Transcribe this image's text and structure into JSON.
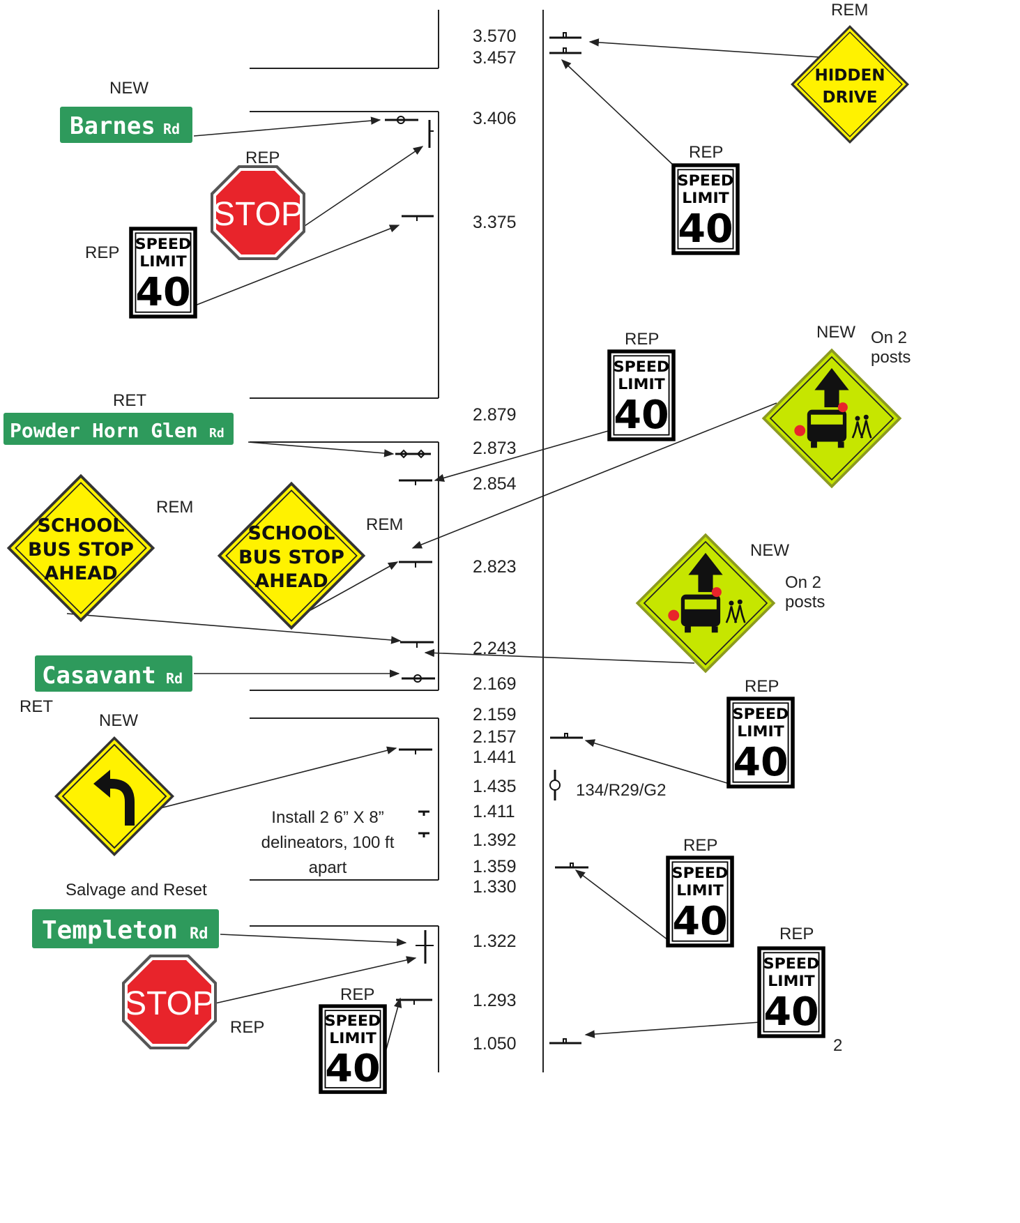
{
  "mileposts": [
    "3.570",
    "3.457",
    "3.406",
    "3.375",
    "2.879",
    "2.873",
    "2.854",
    "2.823",
    "2.243",
    "2.169",
    "2.159",
    "2.157",
    "1.441",
    "1.435",
    "1.411",
    "1.392",
    "1.359",
    "1.330",
    "1.322",
    "1.293",
    "1.050"
  ],
  "streets": {
    "barnes": {
      "name": "Barnes",
      "suffix": "Rd",
      "status": "NEW"
    },
    "powder_horn": {
      "name": "Powder Horn Glen",
      "suffix": "Rd",
      "status": "RET"
    },
    "casavant": {
      "name": "Casavant",
      "suffix": "Rd",
      "status": "RET"
    },
    "templeton": {
      "name": "Templeton",
      "suffix": "Rd",
      "status": "Salvage and Reset"
    }
  },
  "status": {
    "new": "NEW",
    "rep": "REP",
    "rem": "REM",
    "ret": "RET"
  },
  "signs": {
    "stop": "STOP",
    "speed_limit": {
      "line1": "SPEED",
      "line2": "LIMIT",
      "value": "40"
    },
    "hidden_drive": {
      "line1": "HIDDEN",
      "line2": "DRIVE"
    },
    "school_bus": {
      "line1": "SCHOOL",
      "line2": "BUS STOP",
      "line3": "AHEAD"
    }
  },
  "notes": {
    "on_2_posts_a": "On 2",
    "on_2_posts_b": "posts",
    "delineators_1": "Install 2 6” X 8”",
    "delineators_2": "delineators, 100 ft",
    "delineators_3": "apart",
    "route_marker": "134/R29/G2",
    "page_number": "2"
  },
  "colors": {
    "green_sign": "#2e9a5c",
    "stop_red": "#e8242b",
    "warning_yellow": "#fff200",
    "school_green": "#c6e600"
  }
}
